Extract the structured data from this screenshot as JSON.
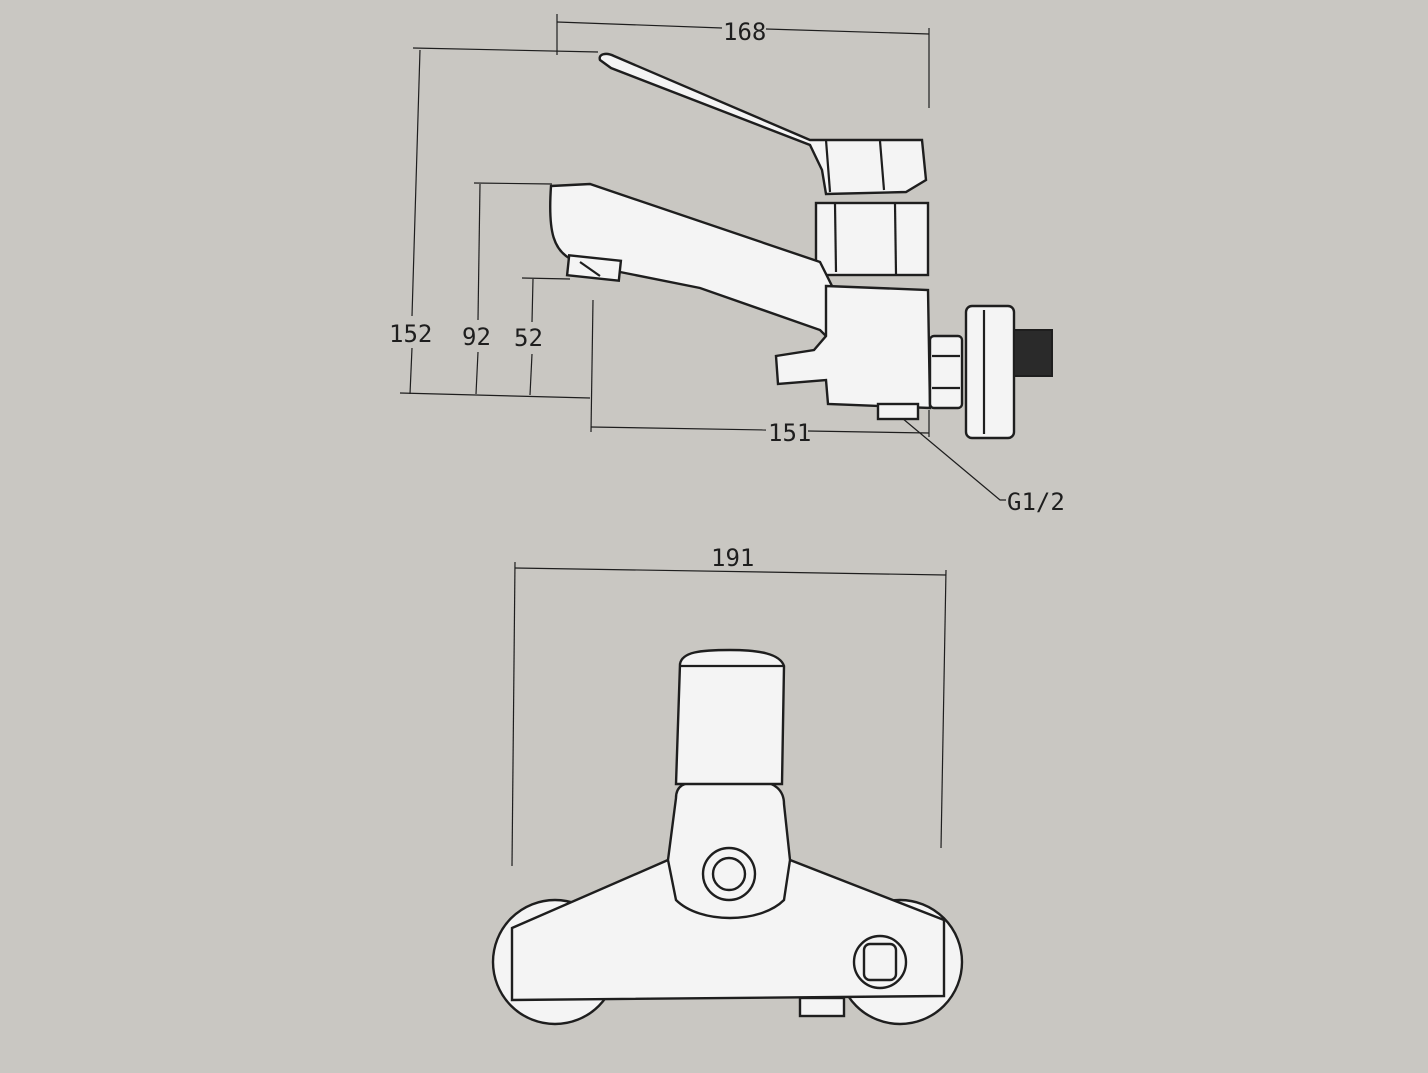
{
  "drawing": {
    "side_view": {
      "dim_overall_length": "168",
      "dim_overall_height": "152",
      "dim_spout_height": "92",
      "dim_outlet_height": "52",
      "dim_spout_reach": "151",
      "thread_label": "G1/2"
    },
    "front_view": {
      "dim_width": "191"
    }
  }
}
